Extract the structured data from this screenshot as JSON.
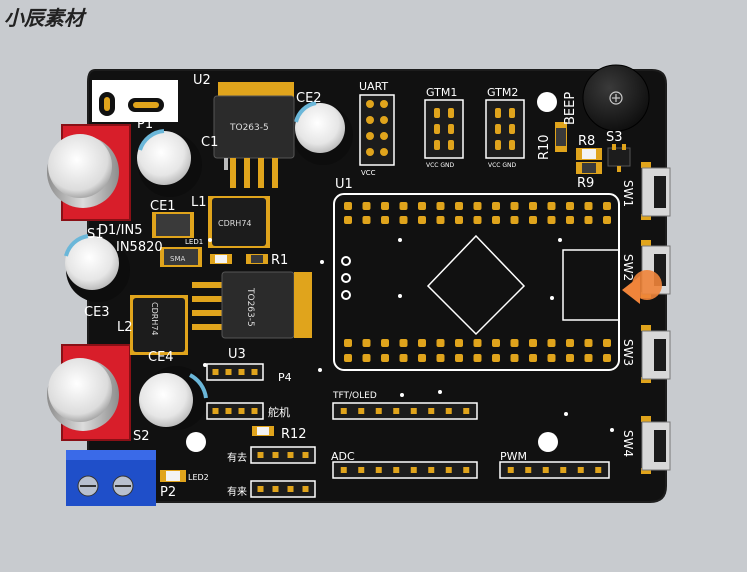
{
  "watermark": "小辰素材",
  "board": {
    "color": "#111111",
    "silk_color": "#ffffff",
    "pad_color": "#e0a41c",
    "labels": {
      "U2": "U2",
      "P1": "P1",
      "C1": "C1",
      "CE2": "CE2",
      "UART": "UART",
      "VCC": "VCC",
      "GTM1": "GTM1",
      "GTM2": "GTM2",
      "VCC_GND": "VCC GND",
      "BEEP": "BEEP",
      "R10": "R10",
      "R8": "R8",
      "R9": "R9",
      "S3": "S3",
      "SW1": "SW1",
      "SW2": "SW2",
      "SW3": "SW3",
      "SW4": "SW4",
      "U1": "U1",
      "D1": "D1/IN5",
      "IN5820": "IN5820",
      "S1": "S1",
      "CE1": "CE1",
      "L1": "L1",
      "CDRH74": "CDRH74",
      "LED1": "LED1",
      "SMA": "SMA",
      "R1": "R1",
      "TO263_5": "TO263-5",
      "CE3": "CE3",
      "L2": "L2",
      "CE4": "CE4",
      "U3": "U3",
      "P4": "P4",
      "servo": "舵机",
      "R12": "R12",
      "TFT_OLED": "TFT/OLED",
      "ADC": "ADC",
      "PWM": "PWM",
      "S2": "S2",
      "P2": "P2",
      "LED2": "LED2",
      "youqu": "有去",
      "youlai": "有来"
    }
  }
}
